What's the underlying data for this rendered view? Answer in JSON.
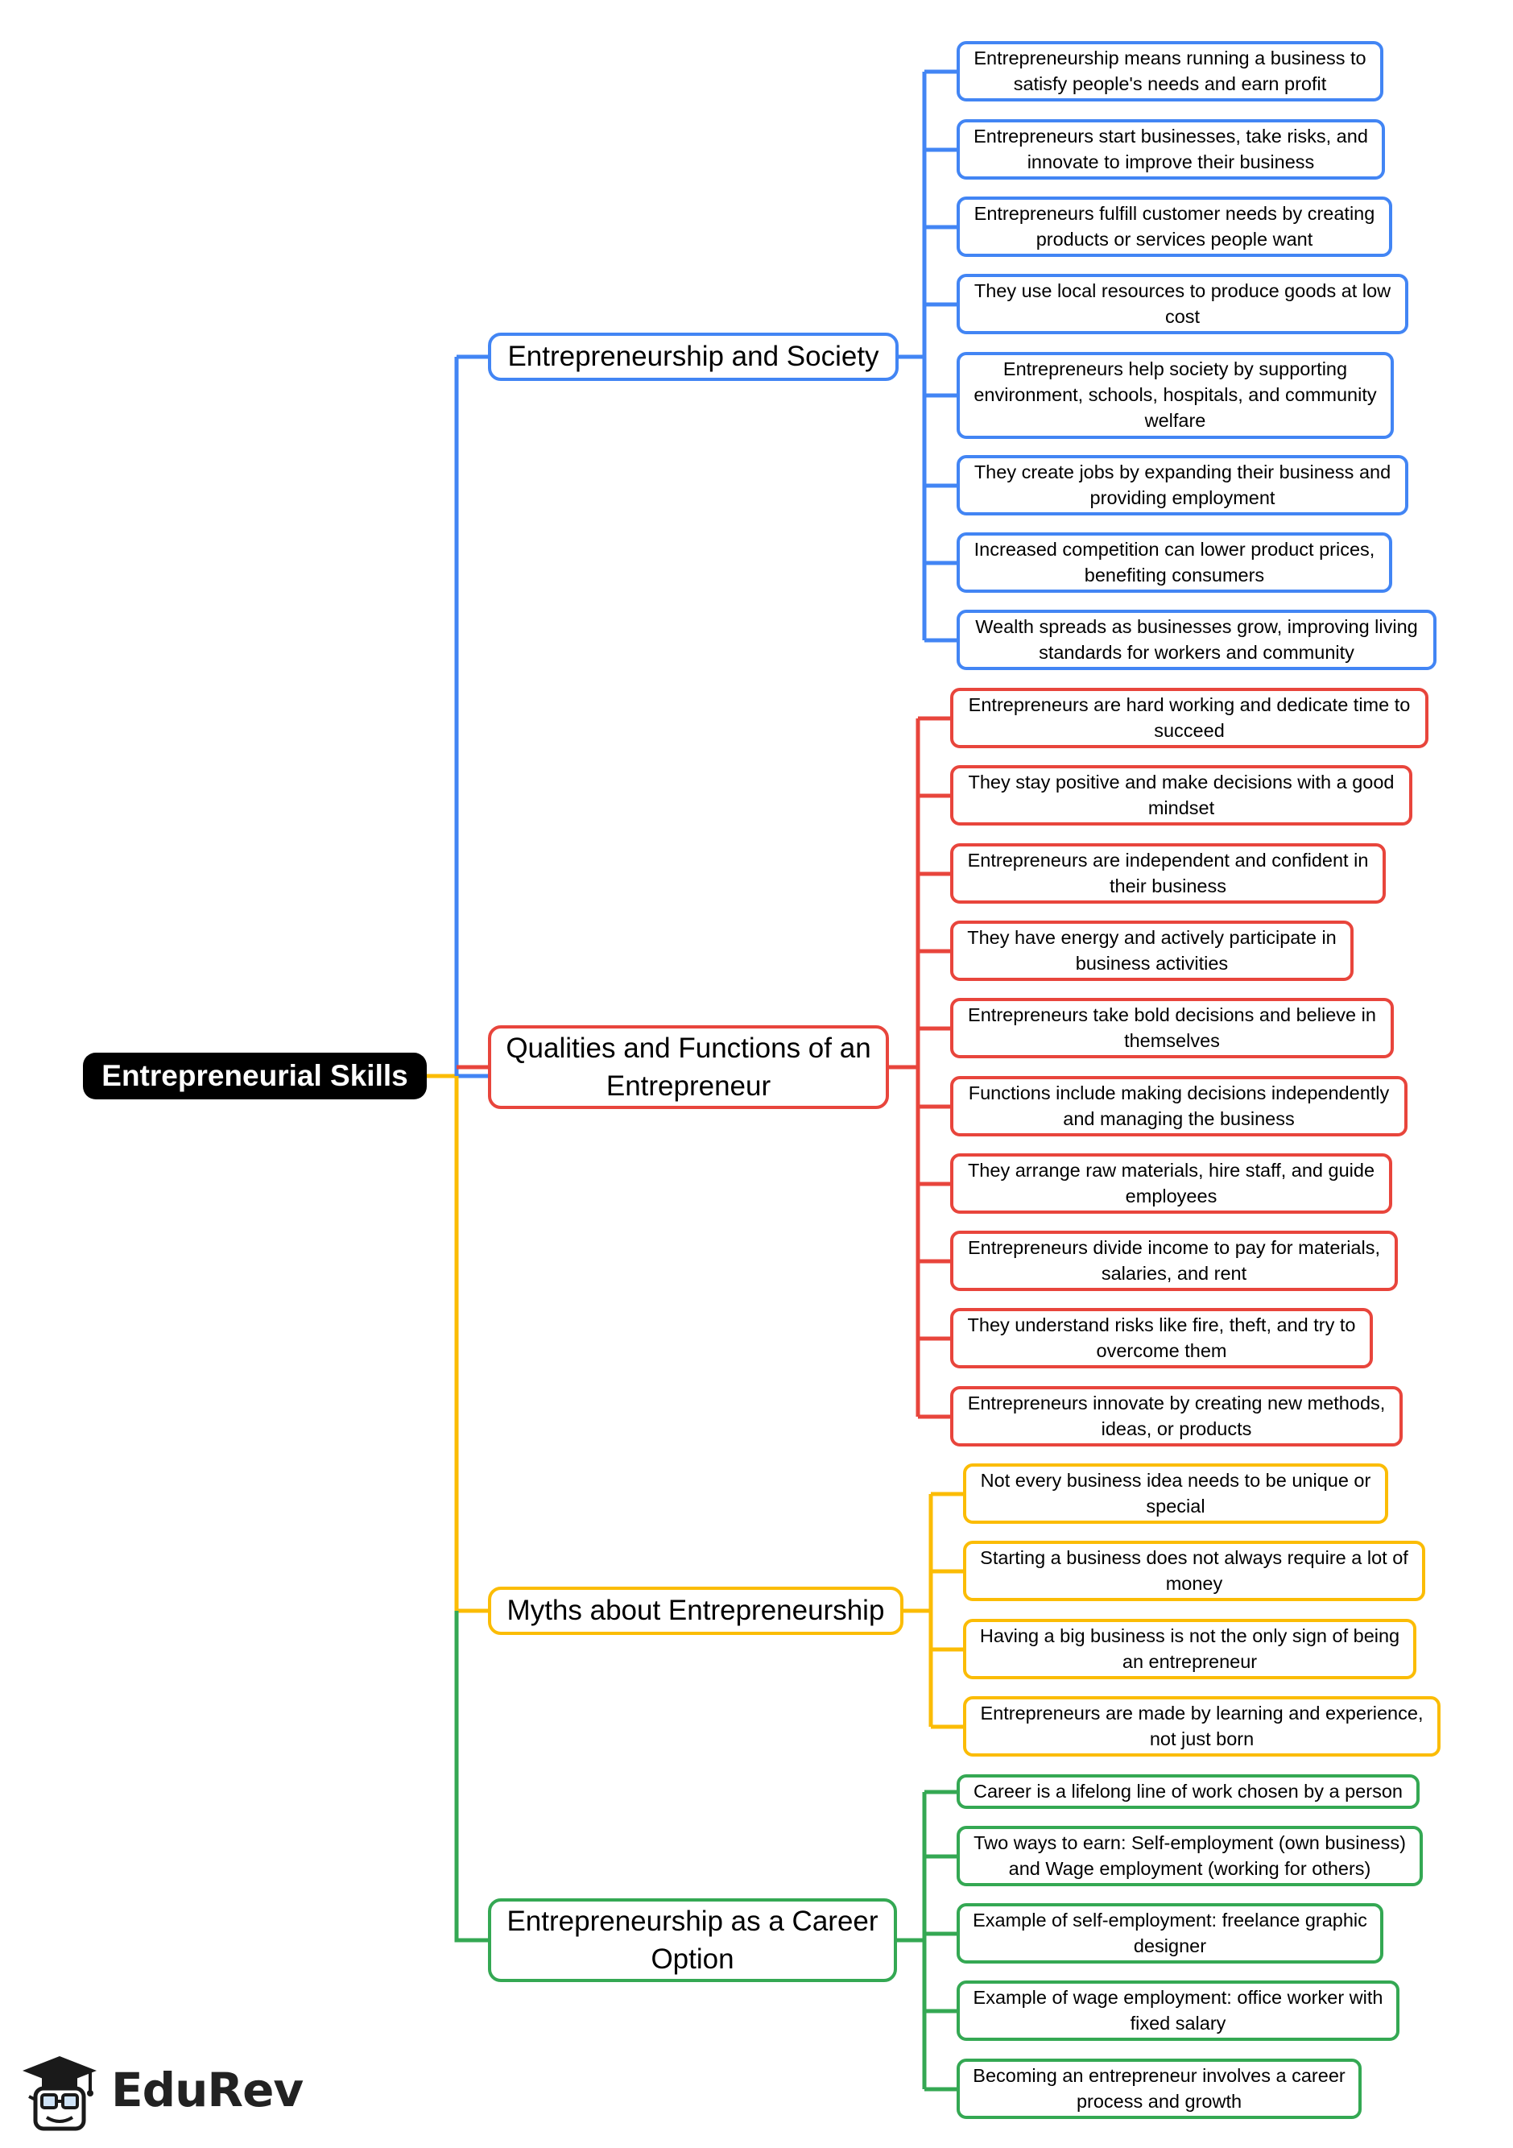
{
  "root": {
    "label": "Entrepreneurial Skills"
  },
  "colors": {
    "blue": "#4285F4",
    "red": "#E8453C",
    "yellow": "#FBBC05",
    "green": "#34A853",
    "root_bg": "#000000"
  },
  "branches": [
    {
      "label": "Entrepreneurship and Society",
      "color": "blue",
      "items": [
        "Entrepreneurship means running a business to satisfy people's needs and earn profit",
        "Entrepreneurs start businesses, take risks, and innovate to improve their business",
        "Entrepreneurs fulfill customer needs by creating products or services people want",
        "They use local resources to produce goods at low cost",
        "Entrepreneurs help society by supporting environment, schools, hospitals, and community welfare",
        "They create jobs by expanding their business and providing employment",
        "Increased competition can lower product prices, benefiting consumers",
        "Wealth spreads as businesses grow, improving living standards for workers and community"
      ]
    },
    {
      "label": "Qualities and Functions of an Entrepreneur",
      "color": "red",
      "items": [
        "Entrepreneurs are hard working and dedicate time to succeed",
        "They stay positive and make decisions with a good mindset",
        "Entrepreneurs are independent and confident in their business",
        "They have energy and actively participate in business activities",
        "Entrepreneurs take bold decisions and believe in themselves",
        "Functions include making decisions independently and managing the business",
        "They arrange raw materials, hire staff, and guide employees",
        "Entrepreneurs divide income to pay for materials, salaries, and rent",
        "They understand risks like fire, theft, and try to overcome them",
        "Entrepreneurs innovate by creating new methods, ideas, or products"
      ]
    },
    {
      "label": "Myths about Entrepreneurship",
      "color": "yellow",
      "items": [
        "Not every business idea needs to be unique or special",
        "Starting a business does not always require a lot of money",
        "Having a big business is not the only sign of being an entrepreneur",
        "Entrepreneurs are made by learning and experience, not just born"
      ]
    },
    {
      "label": "Entrepreneurship as a Career Option",
      "color": "green",
      "items": [
        "Career is a lifelong line of work chosen by a person",
        "Two ways to earn: Self-employment (own business) and Wage employment (working for others)",
        "Example of self-employment: freelance graphic designer",
        "Example of wage employment: office worker with fixed salary",
        "Becoming an entrepreneur involves a career process and growth"
      ]
    }
  ],
  "logo": {
    "text": "EduRev",
    "icon": "graduation-cap-mascot-icon"
  }
}
